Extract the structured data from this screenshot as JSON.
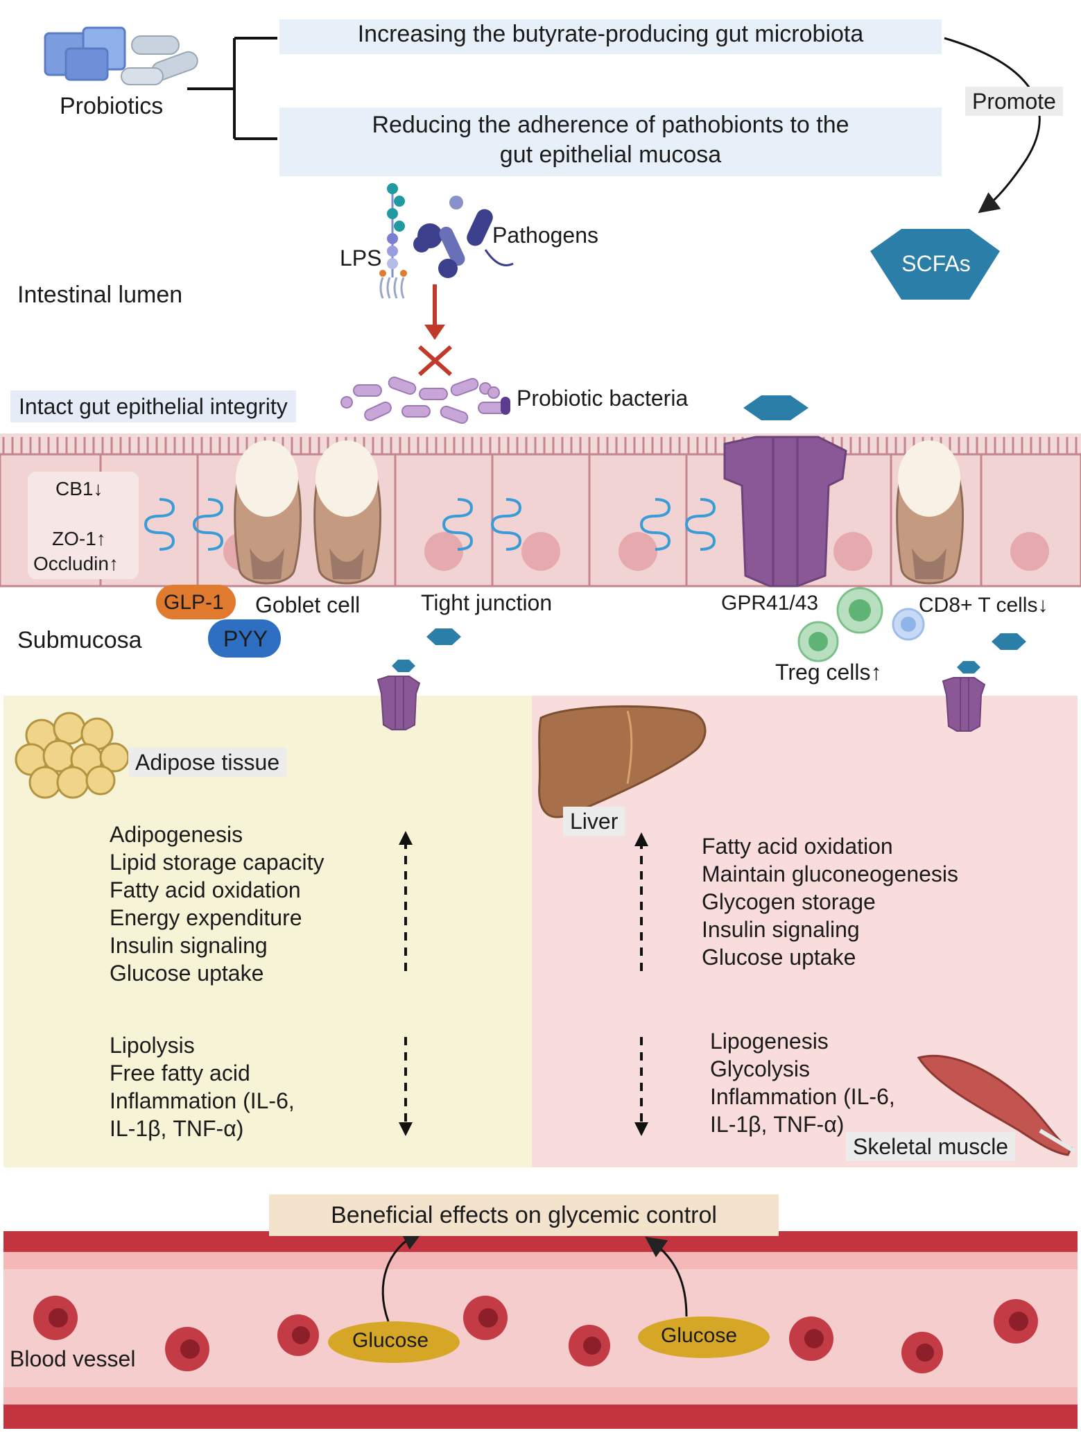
{
  "top": {
    "probiotics_label": "Probiotics",
    "effect_1": "Increasing the butyrate-producing gut microbiota",
    "effect_2_line1": "Reducing the adherence of pathobionts to the",
    "effect_2_line2": "gut epithelial mucosa",
    "promote_label": "Promote",
    "scfas_label": "SCFAs"
  },
  "lumen": {
    "lps_label": "LPS",
    "pathogens_label": "Pathogens",
    "intestinal_lumen_label": "Intestinal lumen",
    "probiotic_bacteria_label": "Probiotic bacteria",
    "integrity_label": "Intact gut epithelial integrity"
  },
  "epithelium": {
    "cb1": "CB1↓",
    "zo1": "ZO-1↑",
    "occludin": "Occludin↑",
    "glp1": "GLP-1",
    "pyy": "PYY",
    "goblet_cell": "Goblet cell",
    "tight_junction": "Tight junction",
    "gpr": "GPR41/43",
    "cd8": "CD8+ T cells↓",
    "treg": "Treg cells↑",
    "submucosa": "Submucosa"
  },
  "adipose": {
    "title": "Adipose tissue",
    "up_list": [
      "Adipogenesis",
      "Lipid storage capacity",
      "Fatty acid oxidation",
      "Energy expenditure",
      "Insulin signaling",
      "Glucose uptake"
    ],
    "down_list": [
      "Lipolysis",
      "Free fatty acid",
      "Inflammation (IL-6,",
      "IL-1β, TNF-α)"
    ]
  },
  "liver": {
    "title": "Liver",
    "up_list": [
      "Fatty acid oxidation",
      "Maintain gluconeogenesis",
      "Glycogen storage",
      "Insulin signaling",
      "Glucose uptake"
    ],
    "down_list": [
      "Lipogenesis",
      "Glycolysis",
      "Inflammation (IL-6,",
      "IL-1β, TNF-α)"
    ],
    "muscle_label": "Skeletal muscle"
  },
  "blood": {
    "beneficial": "Beneficial effects on glycemic control",
    "glucose_1": "Glucose",
    "glucose_2": "Glucose",
    "vessel_label": "Blood vessel"
  },
  "colors": {
    "scfa_blue": "#2a7ea8",
    "epithelium_pink": "#f2d3d3",
    "adipose_panel": "#f6f3d6",
    "liver_panel": "#f9dcdc",
    "vessel_red": "#c3343f",
    "glp1_orange": "#e07a2e",
    "pyy_blue": "#2f6fc1",
    "gpr_purple": "#8a5896",
    "arrow_red": "#c0392b"
  }
}
